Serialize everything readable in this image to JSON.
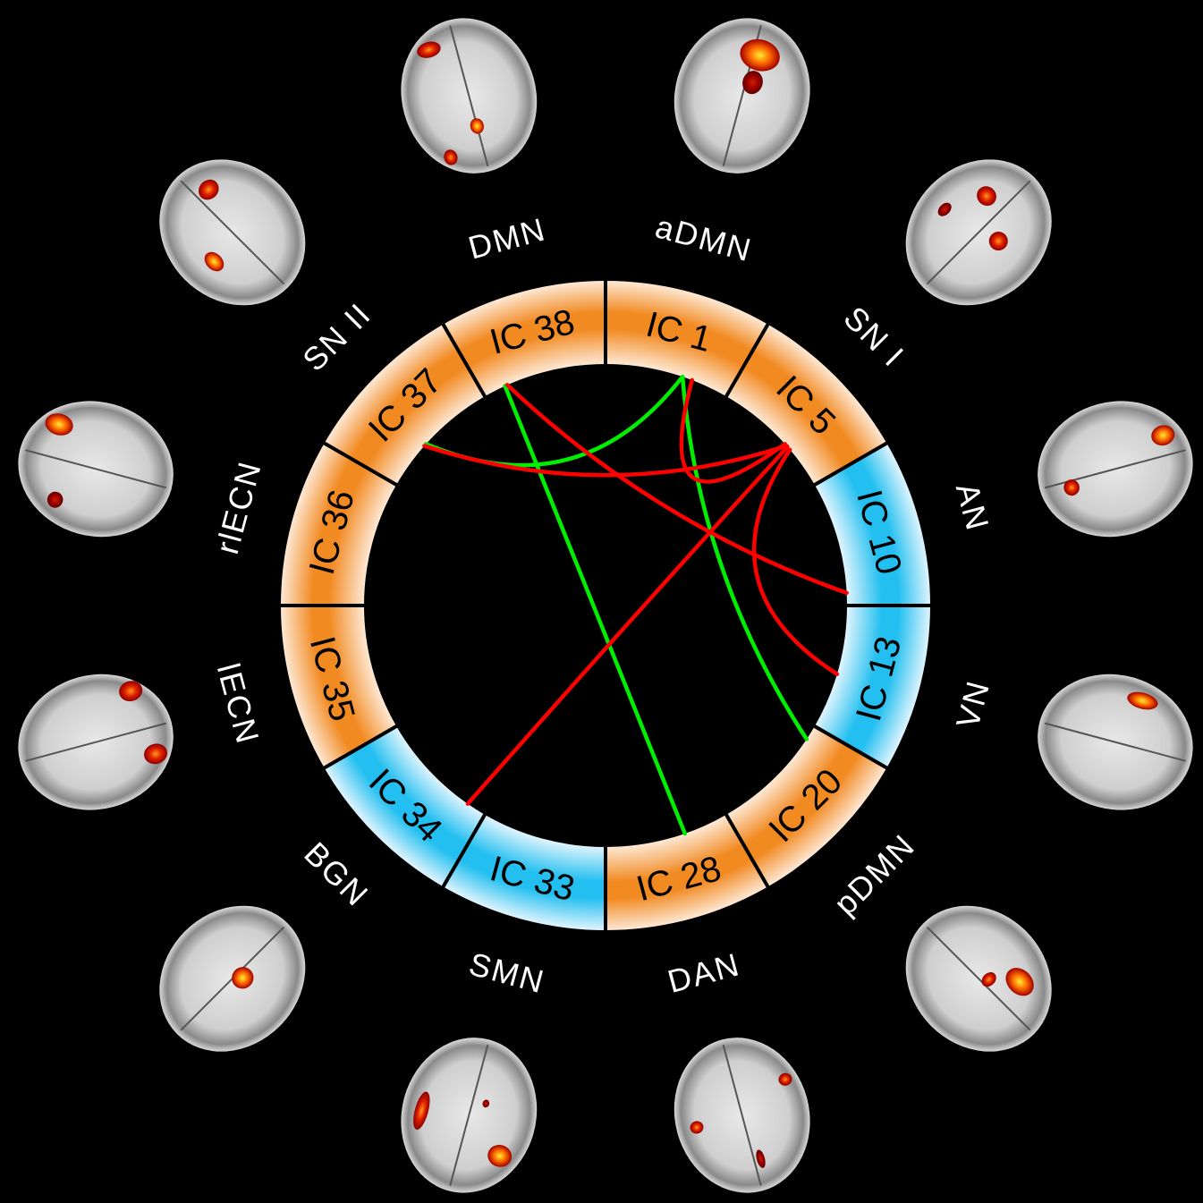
{
  "figure": {
    "type": "connectogram",
    "background": "#000000",
    "segment_palette": {
      "orange": {
        "core": "#f28a22",
        "edge": "#fde8d4"
      },
      "blue": {
        "core": "#22bff0",
        "edge": "#dff4fd"
      }
    },
    "edge_colors": {
      "positive": "#ff0000",
      "negative": "#00ee00"
    }
  },
  "segments": [
    {
      "id": "IC1",
      "label": "IC 1",
      "network": "aDMN",
      "color": "orange"
    },
    {
      "id": "IC5",
      "label": "IC 5",
      "network": "SN I",
      "color": "orange"
    },
    {
      "id": "IC10",
      "label": "IC 10",
      "network": "AN",
      "color": "blue"
    },
    {
      "id": "IC13",
      "label": "IC 13",
      "network": "VN",
      "color": "blue"
    },
    {
      "id": "IC20",
      "label": "IC 20",
      "network": "pDMN",
      "color": "orange"
    },
    {
      "id": "IC28",
      "label": "IC 28",
      "network": "DAN",
      "color": "orange"
    },
    {
      "id": "IC33",
      "label": "IC 33",
      "network": "SMN",
      "color": "blue"
    },
    {
      "id": "IC34",
      "label": "IC 34",
      "network": "BGN",
      "color": "blue"
    },
    {
      "id": "IC35",
      "label": "IC 35",
      "network": "lECN",
      "color": "orange"
    },
    {
      "id": "IC36",
      "label": "IC 36",
      "network": "rlECN",
      "color": "orange"
    },
    {
      "id": "IC37",
      "label": "IC 37",
      "network": "SN II",
      "color": "orange"
    },
    {
      "id": "IC38",
      "label": "IC 38",
      "network": "DMN",
      "color": "orange"
    }
  ],
  "connections": [
    {
      "from": "IC37",
      "to": "IC1",
      "sign": "negative",
      "from_pos": 0.4,
      "to_pos": 0.62
    },
    {
      "from": "IC38",
      "to": "IC28",
      "sign": "negative",
      "from_pos": 0.18,
      "to_pos": 0.36
    },
    {
      "from": "IC1",
      "to": "IC20",
      "sign": "negative",
      "from_pos": 0.62,
      "to_pos": 0.12
    },
    {
      "from": "IC37",
      "to": "IC5",
      "sign": "positive",
      "from_pos": 0.38,
      "to_pos": 0.62
    },
    {
      "from": "IC38",
      "to": "IC10",
      "sign": "positive",
      "from_pos": 0.2,
      "to_pos": 0.9
    },
    {
      "from": "IC1",
      "to": "IC5",
      "sign": "positive",
      "from_pos": 0.7,
      "to_pos": 0.6
    },
    {
      "from": "IC5",
      "to": "IC34",
      "sign": "positive",
      "from_pos": 0.63,
      "to_pos": 0.16
    },
    {
      "from": "IC5",
      "to": "IC13",
      "sign": "positive",
      "from_pos": 0.66,
      "to_pos": 0.55
    }
  ],
  "brains": [
    {
      "network": "aDMN",
      "blobs": [
        [
          0.55,
          0.22,
          0.3,
          0.2,
          "hot"
        ],
        [
          0.55,
          0.4,
          0.15,
          0.15,
          "dark"
        ]
      ]
    },
    {
      "network": "SN I",
      "blobs": [
        [
          0.35,
          0.3,
          0.15,
          0.12,
          "med"
        ],
        [
          0.65,
          0.45,
          0.14,
          0.12,
          "med"
        ],
        [
          0.2,
          0.55,
          0.08,
          0.1,
          "dark"
        ]
      ]
    },
    {
      "network": "AN",
      "blobs": [
        [
          0.35,
          0.15,
          0.15,
          0.15,
          "hot"
        ],
        [
          0.55,
          0.8,
          0.12,
          0.1,
          "med"
        ]
      ]
    },
    {
      "network": "VN",
      "blobs": [
        [
          0.15,
          0.4,
          0.12,
          0.2,
          "hot"
        ]
      ]
    },
    {
      "network": "pDMN",
      "blobs": [
        [
          0.3,
          0.3,
          0.18,
          0.2,
          "hot"
        ],
        [
          0.45,
          0.45,
          0.12,
          0.08,
          "med"
        ]
      ]
    },
    {
      "network": "DAN",
      "blobs": [
        [
          0.45,
          0.2,
          0.06,
          0.12,
          "dark"
        ],
        [
          0.12,
          0.65,
          0.1,
          0.08,
          "med"
        ],
        [
          0.85,
          0.5,
          0.1,
          0.08,
          "med"
        ]
      ]
    },
    {
      "network": "SMN",
      "blobs": [
        [
          0.2,
          0.3,
          0.18,
          0.14,
          "hot"
        ],
        [
          0.85,
          0.45,
          0.1,
          0.25,
          "med"
        ],
        [
          0.4,
          0.6,
          0.05,
          0.05,
          "dark"
        ]
      ]
    },
    {
      "network": "BGN",
      "blobs": [
        [
          0.45,
          0.55,
          0.16,
          0.14,
          "hot"
        ]
      ]
    },
    {
      "network": "lECN",
      "blobs": [
        [
          0.3,
          0.85,
          0.15,
          0.15,
          "med"
        ],
        [
          0.8,
          0.8,
          0.15,
          0.15,
          "med"
        ]
      ]
    },
    {
      "network": "rlECN",
      "blobs": [
        [
          0.75,
          0.2,
          0.16,
          0.18,
          "hot"
        ],
        [
          0.2,
          0.3,
          0.12,
          0.1,
          "dark"
        ]
      ]
    },
    {
      "network": "SN II",
      "blobs": [
        [
          0.6,
          0.2,
          0.16,
          0.12,
          "med"
        ],
        [
          0.25,
          0.55,
          0.12,
          0.14,
          "hot"
        ]
      ]
    },
    {
      "network": "DMN",
      "blobs": [
        [
          0.3,
          0.15,
          0.18,
          0.1,
          "med"
        ],
        [
          0.5,
          0.7,
          0.1,
          0.1,
          "hot"
        ],
        [
          0.25,
          0.85,
          0.1,
          0.1,
          "med"
        ]
      ]
    }
  ]
}
